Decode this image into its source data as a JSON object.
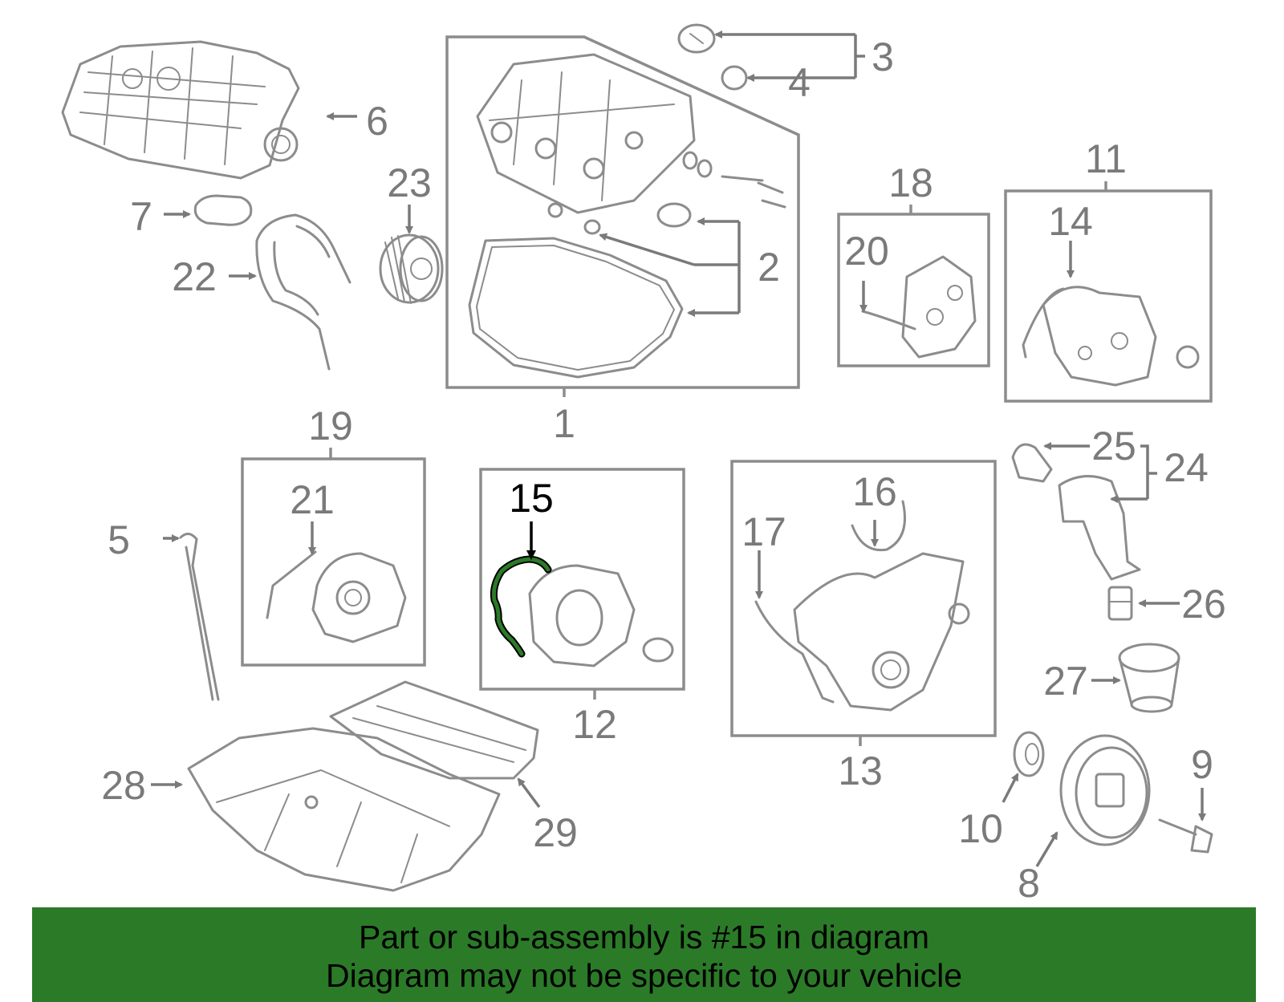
{
  "callouts": {
    "c1": "1",
    "c2": "2",
    "c3": "3",
    "c4": "4",
    "c5": "5",
    "c6": "6",
    "c7": "7",
    "c8": "8",
    "c9": "9",
    "c10": "10",
    "c11": "11",
    "c12": "12",
    "c13": "13",
    "c14": "14",
    "c15": "15",
    "c16": "16",
    "c17": "17",
    "c18": "18",
    "c19": "19",
    "c20": "20",
    "c21": "21",
    "c22": "22",
    "c23": "23",
    "c24": "24",
    "c25": "25",
    "c26": "26",
    "c27": "27",
    "c28": "28",
    "c29": "29"
  },
  "highlight": {
    "part_number": "15",
    "color": "#2b7a28"
  },
  "colors": {
    "line_art": "#8c8c8c",
    "banner": "#2b7a28",
    "text": "#000000"
  },
  "banner": {
    "line1": "Part or sub-assembly is #15 in diagram",
    "line2": "Diagram may not be specific to your vehicle"
  }
}
